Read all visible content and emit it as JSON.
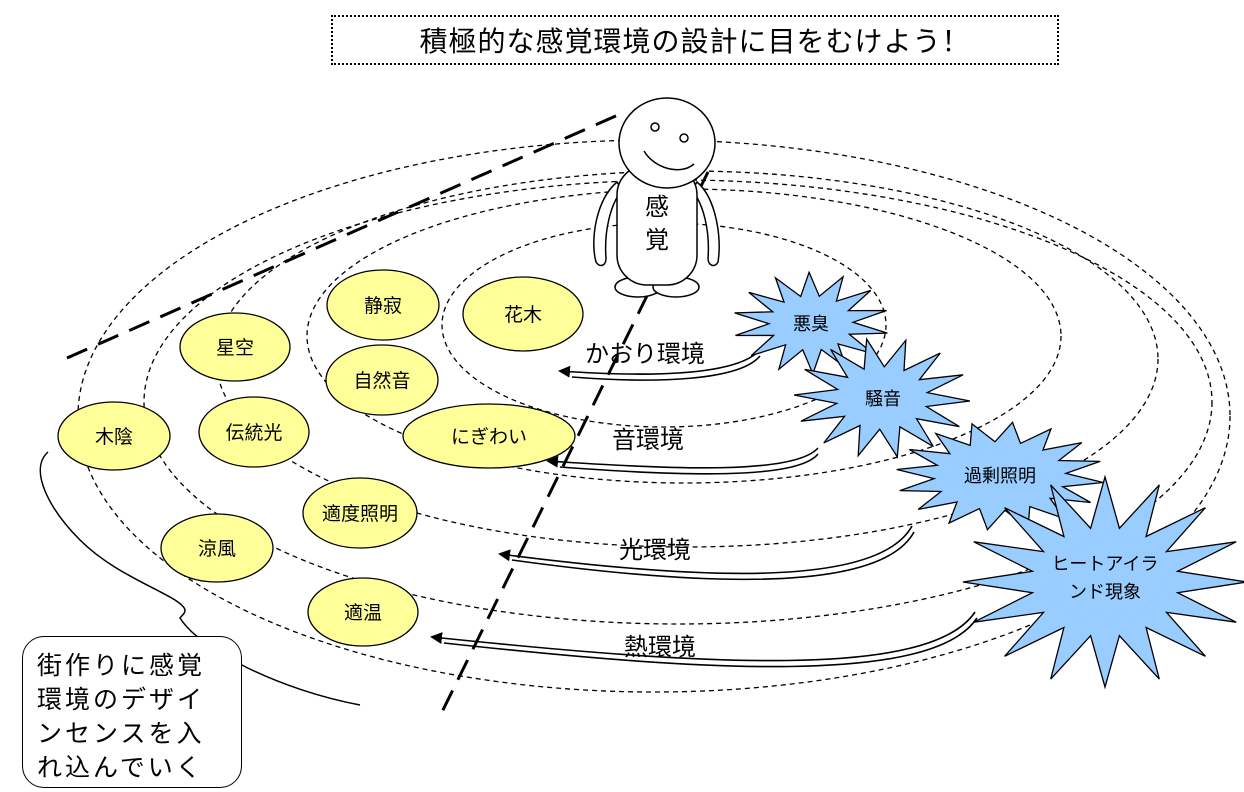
{
  "title": "積極的な感覚環境の設計に目をむけよう！",
  "person_label": [
    "感",
    "覚"
  ],
  "environments": [
    {
      "label": "かおり環境"
    },
    {
      "label": "音環境"
    },
    {
      "label": "光環境"
    },
    {
      "label": "熱環境"
    }
  ],
  "good_elements": [
    {
      "label": "花木"
    },
    {
      "label": "静寂"
    },
    {
      "label": "自然音"
    },
    {
      "label": "にぎわい"
    },
    {
      "label": "星空"
    },
    {
      "label": "伝統光"
    },
    {
      "label": "適度照明"
    },
    {
      "label": "木陰"
    },
    {
      "label": "涼風"
    },
    {
      "label": "適温"
    }
  ],
  "bad_elements": [
    {
      "lines": [
        "悪臭"
      ]
    },
    {
      "lines": [
        "騒音"
      ]
    },
    {
      "lines": [
        "過剰照明"
      ]
    },
    {
      "lines": [
        "ヒートアイラ",
        "ンド現象"
      ]
    }
  ],
  "note_lines": [
    "街作りに感覚",
    "環境のデザイ",
    "ンセンスを入",
    "れ込んでいく"
  ],
  "colors": {
    "good_fill": "#FFFF99",
    "bad_fill": "#99CCFF",
    "line": "#000000"
  }
}
